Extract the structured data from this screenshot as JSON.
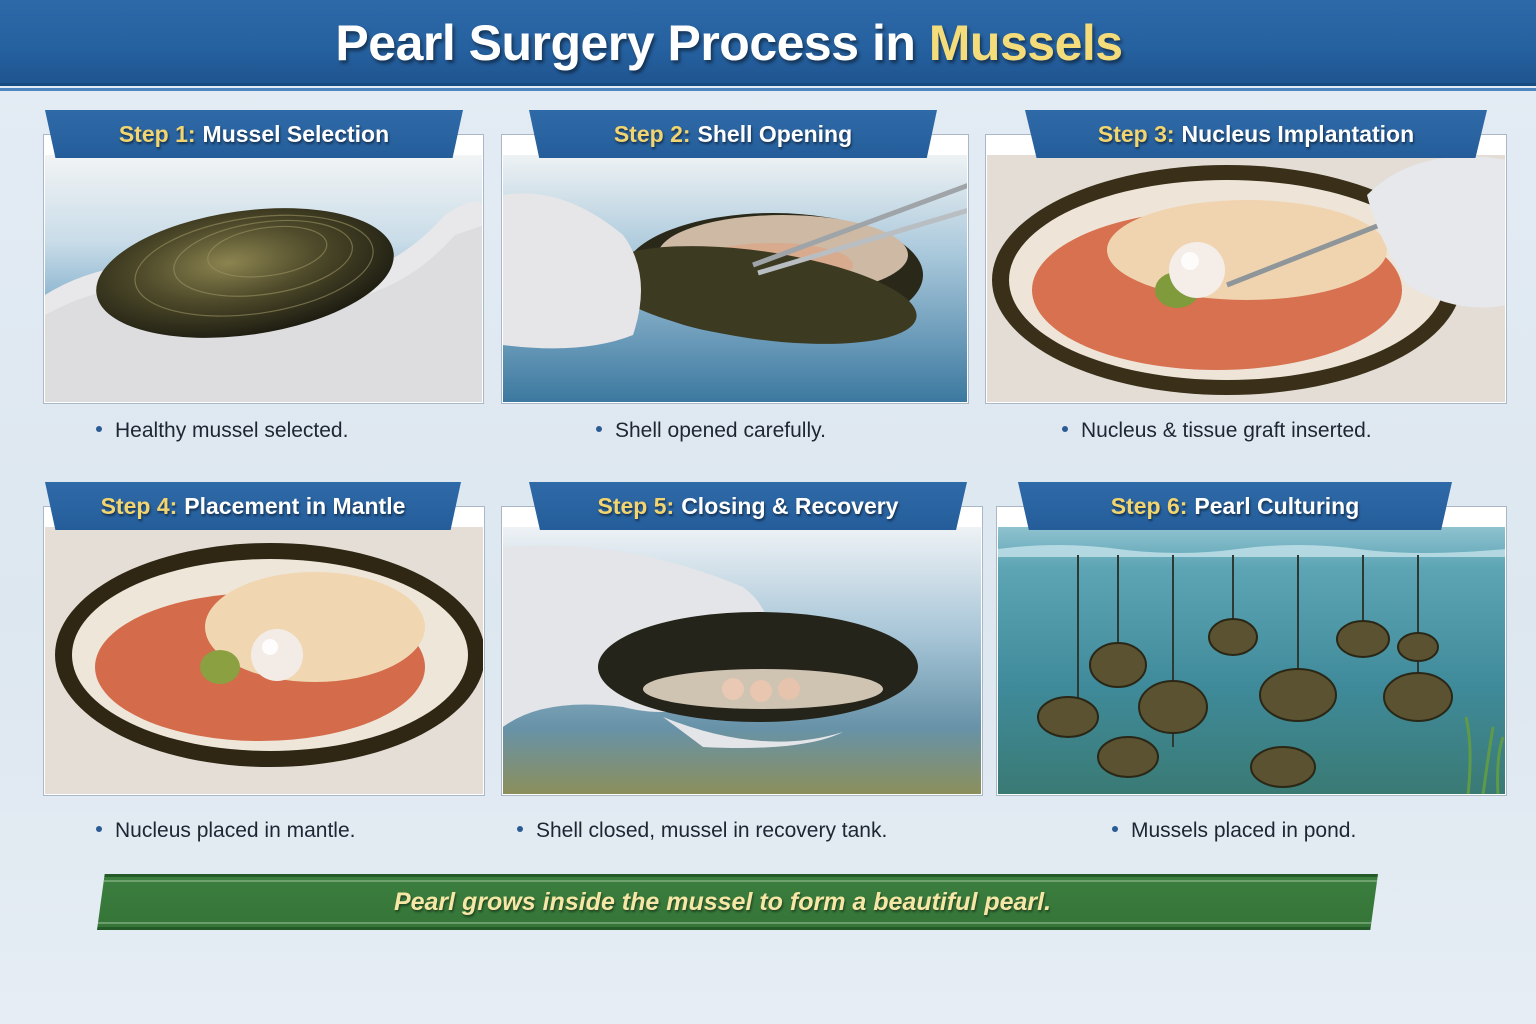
{
  "header": {
    "title_main": "Pearl Surgery Process in ",
    "title_accent": "Mussels"
  },
  "steps": [
    {
      "number": "Step 1:",
      "title": "Mussel Selection",
      "caption": "Healthy mussel selected.",
      "image": "gloved-hand-holding-mussel"
    },
    {
      "number": "Step 2:",
      "title": "Shell Opening",
      "caption": "Shell opened carefully.",
      "image": "tweezers-opening-mussel-shell"
    },
    {
      "number": "Step 3:",
      "title": "Nucleus Implantation",
      "caption": "Nucleus & tissue graft inserted.",
      "image": "tweezers-inserting-pearl-nucleus"
    },
    {
      "number": "Step 4:",
      "title": "Placement in Mantle",
      "caption": "Nucleus placed in mantle.",
      "image": "pearl-in-mantle-tissue"
    },
    {
      "number": "Step 5:",
      "title": "Closing & Recovery",
      "caption": "Shell closed, mussel in recovery tank.",
      "image": "hand-holding-closed-mussel"
    },
    {
      "number": "Step 6:",
      "title": "Pearl Culturing",
      "caption": "Mussels placed in pond.",
      "image": "mussels-hanging-underwater"
    }
  ],
  "footer": {
    "text": "Pearl grows inside the mussel to form a beautiful pearl."
  },
  "colors": {
    "header_blue": "#2a65a4",
    "accent_yellow": "#f5dc7a",
    "footer_green": "#3a7c3d",
    "footer_text": "#f6e7a6"
  }
}
